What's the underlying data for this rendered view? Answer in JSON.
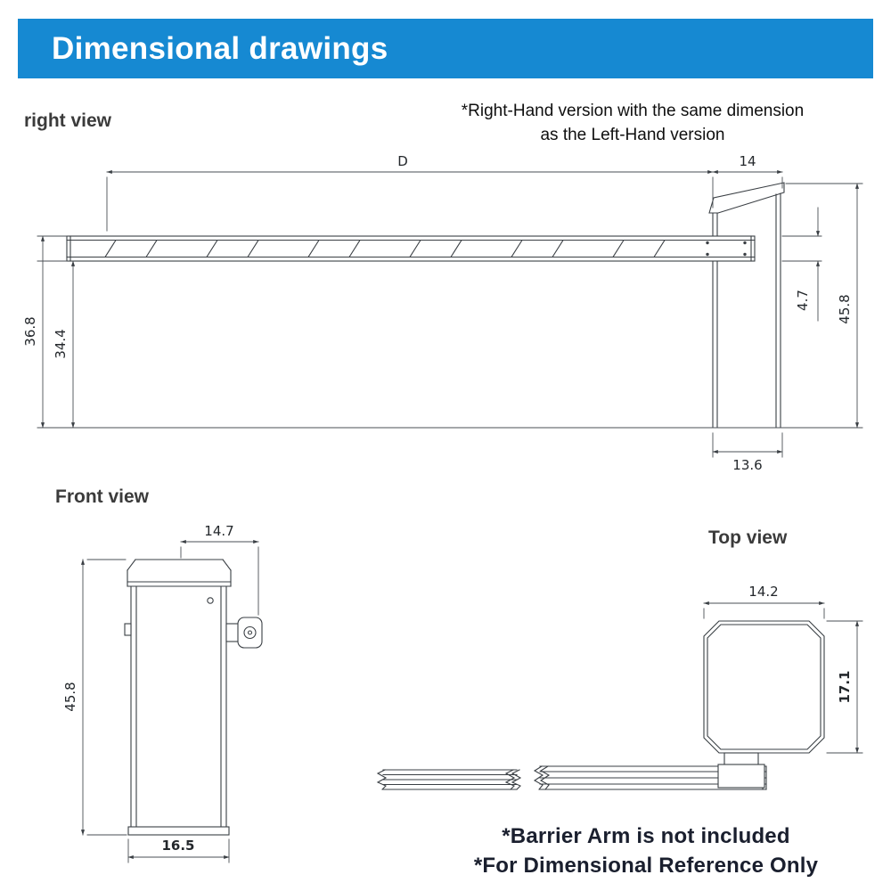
{
  "header": {
    "title": "Dimensional drawings"
  },
  "colors": {
    "header_bg": "#1689d2",
    "header_text": "#ffffff",
    "header_style": "background:#1689d2;color:#ffffff",
    "line": "#3a3f44"
  },
  "views": {
    "right": {
      "label": "right view",
      "dims": {
        "arm_length": "D",
        "head_top_width": "14",
        "total_height_left": "36.8",
        "arm_height": "34.4",
        "arm_thickness": "4.7",
        "total_height_right": "45.8",
        "base_depth": "13.6"
      }
    },
    "front": {
      "label": "Front view",
      "dims": {
        "top_width": "14.7",
        "height": "45.8",
        "base_width": "16.5"
      }
    },
    "top": {
      "label": "Top view",
      "dims": {
        "width": "14.2",
        "depth": "17.1"
      }
    }
  },
  "notes": {
    "right_hand_line1": "*Right-Hand version with the same dimension",
    "right_hand_line2": "as the Left-Hand version",
    "footer_line1": "*Barrier Arm is not included",
    "footer_line2": "*For Dimensional Reference Only"
  }
}
